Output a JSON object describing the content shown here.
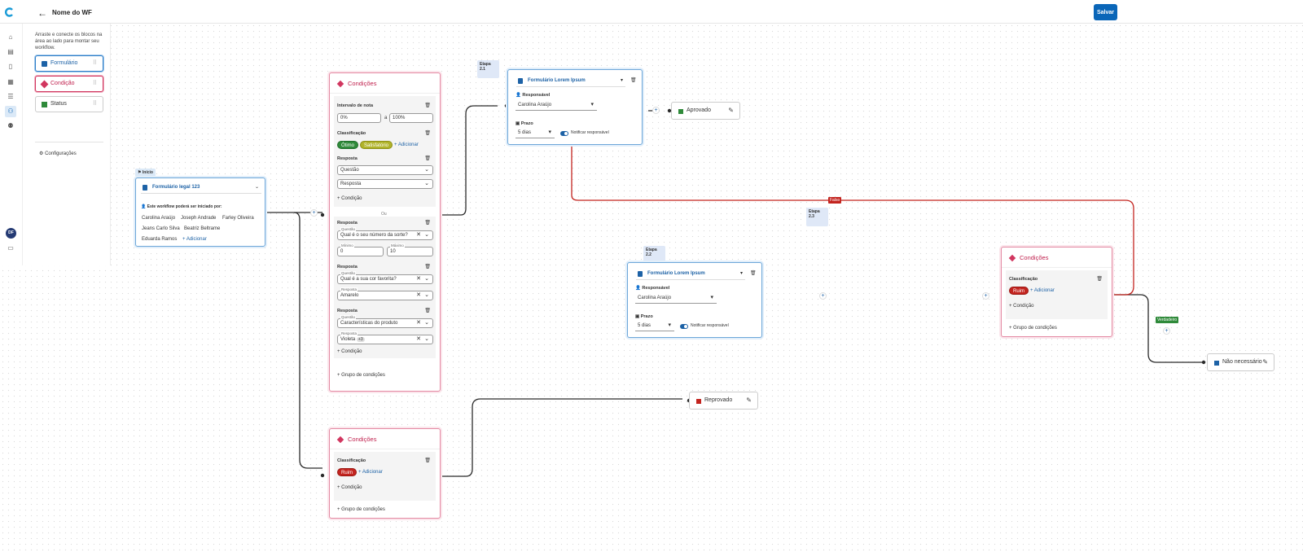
{
  "header": {
    "back_icon": "arrow-left-icon",
    "title": "Nome do WF",
    "save_label": "Salvar",
    "brand_color": "#0a66b8"
  },
  "rail": {
    "user_initials": "DF"
  },
  "palette": {
    "instructions": "Arraste e conecte os blocos na área ao lado para montar seu workflow.",
    "items": [
      {
        "label": "Formulário",
        "icon": "document-icon"
      },
      {
        "label": "Condição",
        "icon": "diamond-icon"
      },
      {
        "label": "Status",
        "icon": "square-icon"
      }
    ],
    "settings_label": "Configurações"
  },
  "start": {
    "tag": "Início",
    "form_name": "Formulário legal 123",
    "starter_text": "Este workflow poderá ser iniciado por:",
    "users": [
      "Carolina Araújo",
      "Joseph Andrade",
      "Farley Oliveira",
      "Jeans Carlo Silva",
      "Beatriz Beltrame",
      "Eduarda Ramos"
    ],
    "add_label": "+ Adicionar"
  },
  "cond_main": {
    "title": "Condições",
    "interval_label": "Intervalo de nota",
    "interval_from": "0%",
    "interval_sep": "a",
    "interval_to": "100%",
    "classification_label": "Classificação",
    "chips": [
      "Ótimo",
      "Satisfatório"
    ],
    "add_label": "+ Adicionar",
    "resposta_label": "Resposta",
    "question_placeholder": "Questão",
    "answer_placeholder": "Resposta",
    "condition_label": "Condição",
    "ou_label": "Ou",
    "q1_label": "Questão",
    "q1_value": "Qual é o seu número da sorte?",
    "min_label": "Mínimo",
    "min_value": "0",
    "max_label": "Máximo",
    "max_value": "10",
    "q2_value": "Qual é a sua cor favorita?",
    "r2_label": "Resposta",
    "r2_value": "Amarelo",
    "q3_value": "Características do produto",
    "r3_value": "Violeta",
    "r3_more": "+3",
    "group_label": "Grupo de condições"
  },
  "cond_bottom": {
    "title": "Condições",
    "classification_label": "Classificação",
    "chip": "Ruim",
    "add_label": "+ Adicionar",
    "condition_label": "Condição",
    "group_label": "Grupo de condições"
  },
  "cond_right": {
    "title": "Condições",
    "classification_label": "Classificação",
    "chip": "Ruim",
    "add_label": "+ Adicionar",
    "condition_label": "Condição",
    "group_label": "Grupo de condições"
  },
  "stage21": {
    "tag": "Etapa 2.1",
    "form_name": "Formulário Lorem Ipsum",
    "responsible_label": "Responsável",
    "responsible": "Carolina Araújo",
    "deadline_label": "Prazo",
    "deadline": "5 dias",
    "notify_label": "Notificar responsável"
  },
  "stage22": {
    "tag": "Etapa 2.2",
    "form_name": "Formulário Lorem Ipsum",
    "responsible_label": "Responsável",
    "responsible": "Carolina Araújo",
    "deadline_label": "Prazo",
    "deadline": "5 dias",
    "notify_label": "Notificar responsável"
  },
  "stage23": {
    "tag": "Etapa 2.3"
  },
  "statuses": {
    "approved": "Aprovado",
    "rejected": "Reprovado",
    "not_needed": "Não necessário"
  },
  "edges": {
    "false_label": "Falso",
    "true_label": "Verdadeiro"
  },
  "colors": {
    "condition": "#d1365f",
    "form": "#1d62a6",
    "approved": "#2f8a3a",
    "rejected": "#c3241f",
    "not_needed": "#1d62a6"
  }
}
